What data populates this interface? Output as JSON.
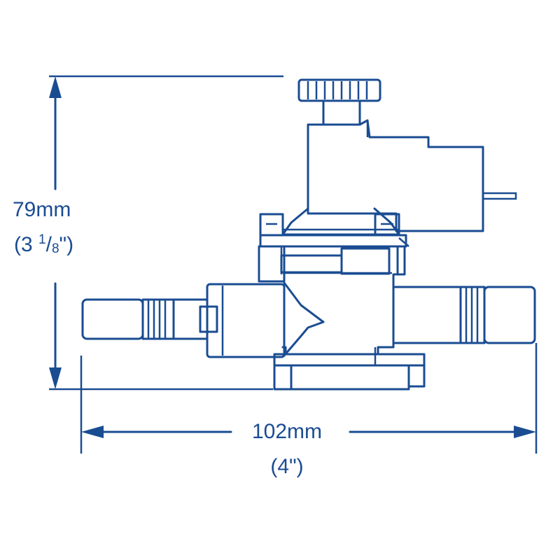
{
  "colors": {
    "line": "#1a4c92",
    "background": "#ffffff"
  },
  "dimensions": {
    "height": {
      "metric": "79mm",
      "imperial_prefix": "(3 ",
      "imperial_num": "1",
      "imperial_slash": "/",
      "imperial_den": "8",
      "imperial_suffix": "\")"
    },
    "width": {
      "metric": "102mm",
      "imperial": "(4\")"
    }
  }
}
